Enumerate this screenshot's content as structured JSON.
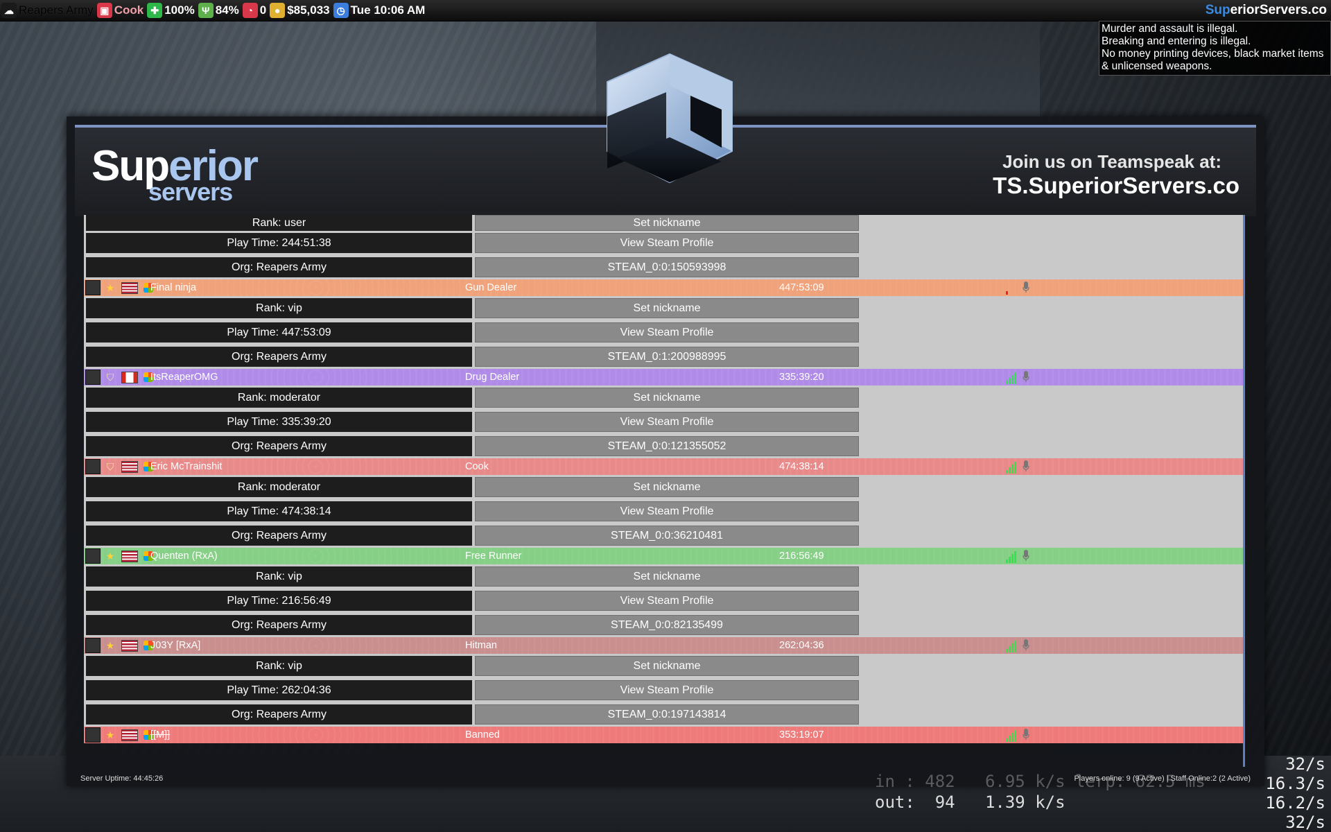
{
  "hud": {
    "org": "Reapers Army",
    "job": "Cook",
    "health": "100%",
    "hunger": "84%",
    "wanted": "0",
    "money": "$85,033",
    "clock": "Tue 10:06 AM",
    "site_accent": "Sup",
    "site_rest": "eriorServers.co"
  },
  "laws": {
    "line1": "Murder and assault is illegal.",
    "line2": "Breaking and entering is illegal.",
    "line3": "No money printing devices, black market items & unlicensed weapons."
  },
  "header": {
    "logo_line1_a": "Sup",
    "logo_line1_b": "erior",
    "logo_line2": "servers",
    "ts_line1": "Join us on Teamspeak at:",
    "ts_line2": "TS.SuperiorServers.co"
  },
  "first_player_details": {
    "rank": "Rank: user",
    "playtime": "Play Time: 244:51:38",
    "org": "Org: Reapers Army",
    "set_nickname": "Set nickname",
    "view_profile": "View Steam Profile",
    "steam_id": "STEAM_0:0:150593998"
  },
  "players": [
    {
      "name": "Final ninja",
      "job": "Gun Dealer",
      "time": "447:53:09",
      "color": "#f0a27a",
      "rank": "Rank: vip",
      "playtime": "Play Time: 447:53:09",
      "org": "Org: Reapers Army",
      "steam_id": "STEAM_0:1:200988995",
      "badge": "star",
      "flag": "us",
      "signal": 1
    },
    {
      "name": "ItsReaperOMG",
      "job": "Drug Dealer",
      "time": "335:39:20",
      "color": "#b08ce8",
      "rank": "Rank: moderator",
      "playtime": "Play Time: 335:39:20",
      "org": "Org: Reapers Army",
      "steam_id": "STEAM_0:0:121355052",
      "badge": "shield",
      "flag": "ca",
      "signal": 4
    },
    {
      "name": "Eric McTrainshit",
      "job": "Cook",
      "time": "474:38:14",
      "color": "#e98a8a",
      "rank": "Rank: moderator",
      "playtime": "Play Time: 474:38:14",
      "org": "Org: Reapers Army",
      "steam_id": "STEAM_0:0:36210481",
      "badge": "shield",
      "flag": "us",
      "signal": 4
    },
    {
      "name": "Quenten (RxA)",
      "job": "Free Runner",
      "time": "216:56:49",
      "color": "#86cf86",
      "rank": "Rank: vip",
      "playtime": "Play Time: 216:56:49",
      "org": "Org: Reapers Army",
      "steam_id": "STEAM_0:0:82135499",
      "badge": "star",
      "flag": "us",
      "signal": 4
    },
    {
      "name": "J03Y [RxA]",
      "job": "Hitman",
      "time": "262:04:36",
      "color": "#c98e8e",
      "rank": "Rank: vip",
      "playtime": "Play Time: 262:04:36",
      "org": "Org: Reapers Army",
      "steam_id": "STEAM_0:0:197143814",
      "badge": "star",
      "flag": "us",
      "signal": 4
    },
    {
      "name": "[[M]]",
      "job": "Banned",
      "time": "353:19:07",
      "color": "#ef7a7a",
      "badge": "star",
      "flag": "us",
      "signal": 4
    }
  ],
  "buttons": {
    "set_nickname": "Set nickname",
    "view_profile": "View Steam Profile"
  },
  "footer": {
    "uptime": "Server Uptime: 44:45:26",
    "players": "Players online: 9 (9 Active) | Staff Online:2 (2 Active)"
  },
  "netgraph": {
    "in_line": "in : 482   6.95 k/s lerp: 62.5 ms",
    "out_line": "out:  94   1.39 k/s",
    "r1": "32/s",
    "r2": "16.3/s",
    "r3": "16.2/s",
    "r4": "32/s"
  }
}
